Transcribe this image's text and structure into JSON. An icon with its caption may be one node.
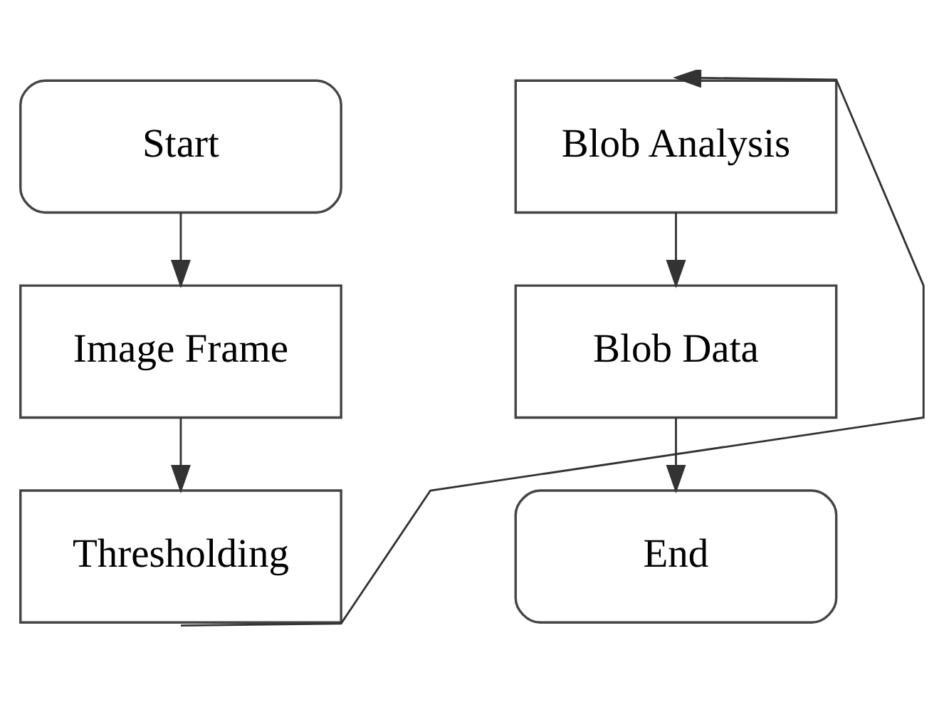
{
  "diagram": {
    "nodes": [
      {
        "text": [
          "Start"
        ]
      },
      {
        "text": [
          "Image Frame"
        ]
      },
      {
        "text": [
          "Thresholding"
        ]
      },
      {
        "text": [
          "Blob Analysis"
        ]
      },
      {
        "text": [
          "Blob Data"
        ]
      },
      {
        "text": [
          "End"
        ]
      }
    ],
    "edges": [
      {
        "from": 0,
        "to": 1,
        "arrow": "to"
      },
      {
        "from": 1,
        "to": 2,
        "arrow": "to"
      },
      {
        "from": 2,
        "to": 3,
        "arrow": "to"
      },
      {
        "from": 3,
        "to": 4,
        "arrow": "to"
      },
      {
        "from": 4,
        "to": 5,
        "arrow": "to"
      }
    ]
  }
}
